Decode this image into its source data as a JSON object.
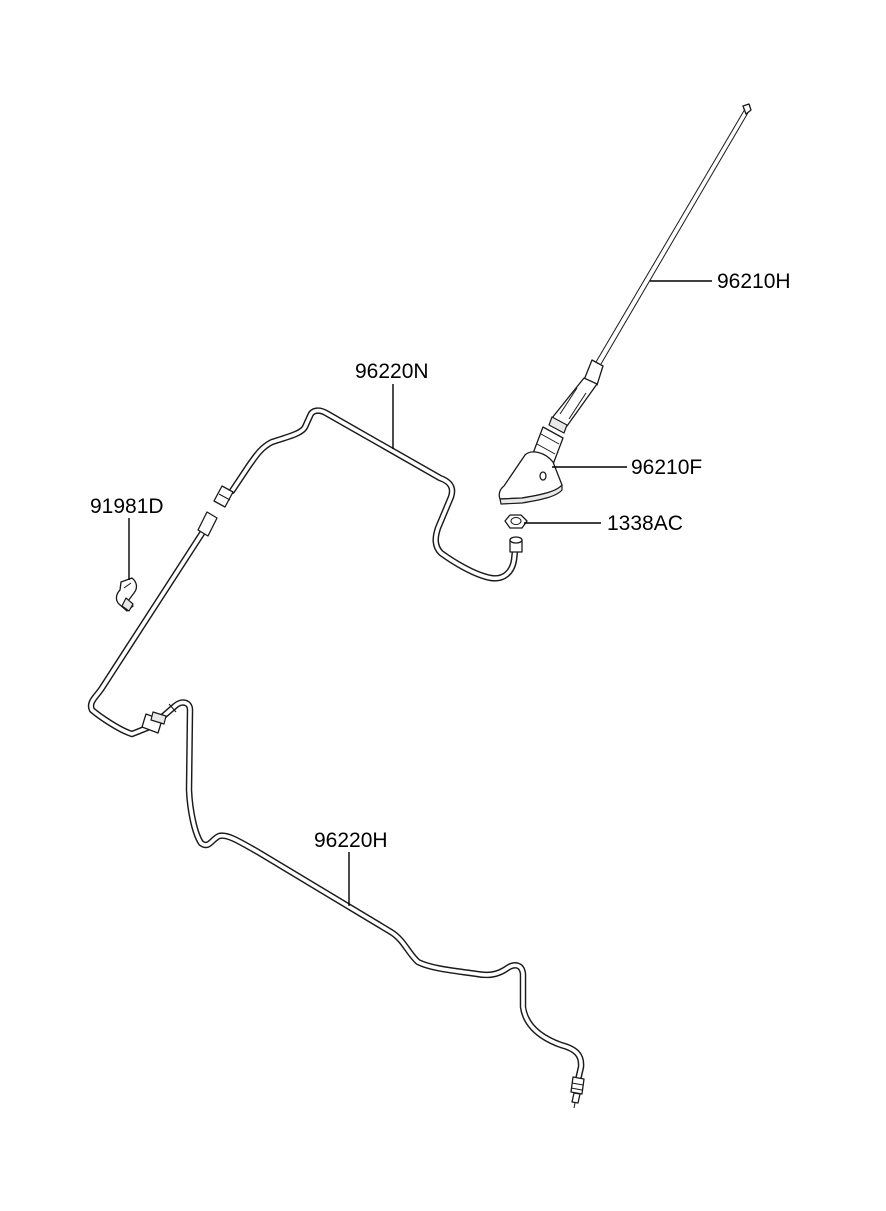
{
  "parts": [
    {
      "id": "mast",
      "label": "96210H"
    },
    {
      "id": "cable_upper",
      "label": "96220N"
    },
    {
      "id": "base",
      "label": "96210F"
    },
    {
      "id": "clip",
      "label": "91981D"
    },
    {
      "id": "nut",
      "label": "1338AC"
    },
    {
      "id": "cable_lower",
      "label": "96220H"
    }
  ]
}
